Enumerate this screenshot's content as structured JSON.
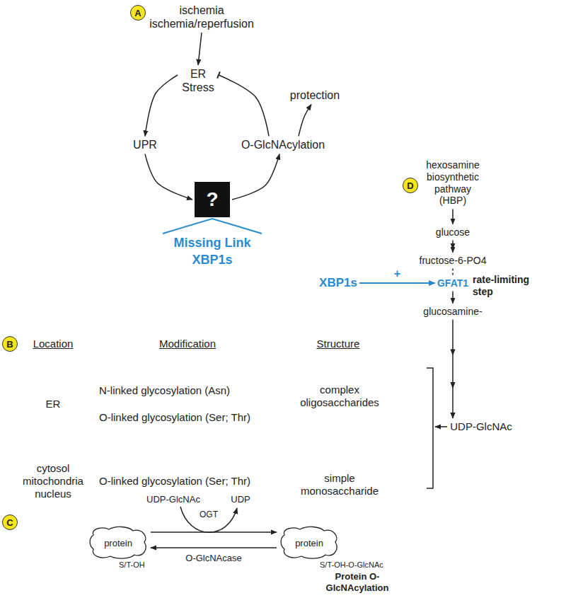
{
  "diagram": {
    "nodes": [
      {
        "text": [
          "A"
        ]
      },
      {
        "text": [
          "ischemia",
          "ischemia/reperfusion"
        ]
      },
      {
        "text": [
          "ER Stress"
        ]
      },
      {
        "text": [
          "UPR"
        ]
      },
      {
        "text": [
          "O-GlcNAcylation"
        ]
      },
      {
        "text": [
          "protection"
        ]
      },
      {
        "text": [
          "?"
        ]
      },
      {
        "text": [
          "D"
        ]
      },
      {
        "text": [
          "hexosamine biosynthetic pathway (HBP)"
        ]
      },
      {
        "text": [
          "glucose"
        ]
      },
      {
        "text": [
          "fructose-6-PO4"
        ]
      },
      {
        "text": [
          "XBP1s"
        ]
      },
      {
        "text": [
          "GFAT1"
        ]
      },
      {
        "text": [
          "glucosamine-"
        ]
      },
      {
        "text": [
          "UDP-GlcNAc"
        ]
      },
      {
        "text": [
          "B"
        ]
      },
      {
        "text": [
          "C"
        ]
      },
      {
        "text": [
          "protein",
          "S/T-OH"
        ]
      },
      {
        "text": [
          "protein",
          "S/T-OH-O-GlcNAc"
        ]
      }
    ],
    "edges": [
      {
        "from": 1,
        "to": 2,
        "arrow": "to"
      },
      {
        "from": 2,
        "to": 3,
        "arrow": "to"
      },
      {
        "from": 3,
        "to": 6,
        "arrow": "to"
      },
      {
        "from": 6,
        "to": 4,
        "arrow": "to"
      },
      {
        "from": 4,
        "to": 2,
        "arrow": "to"
      },
      {
        "from": 4,
        "to": 5,
        "arrow": "to"
      },
      {
        "from": 8,
        "to": 9,
        "arrow": "to"
      },
      {
        "from": 9,
        "to": 10,
        "arrow": "to"
      },
      {
        "from": 10,
        "to": 12,
        "arrow": "none"
      },
      {
        "from": 12,
        "to": 13,
        "arrow": "to"
      },
      {
        "from": 11,
        "to": 12,
        "label": "+",
        "arrow": "to"
      },
      {
        "from": 13,
        "to": 14,
        "arrow": "to"
      },
      {
        "from": 17,
        "to": 18,
        "arrow": "to"
      },
      {
        "from": 18,
        "to": 17,
        "label": "O-GlcNAcase",
        "arrow": "to"
      }
    ],
    "labels": [
      "Missing Link",
      "XBP1s",
      "rate-limiting step",
      "Location",
      "Modification",
      "Structure",
      "N-linked glycosylation (Asn)",
      "O-linked glycosylation (Ser; Thr)",
      "ER",
      "complex oligosaccharides",
      "cytosol mitochondria nucleus",
      "O-linked glycosylation (Ser; Thr)",
      "simple monosaccharide",
      "UDP-GlcNAc",
      "OGT",
      "UDP",
      "Protein O-GlcNAcylation"
    ]
  }
}
